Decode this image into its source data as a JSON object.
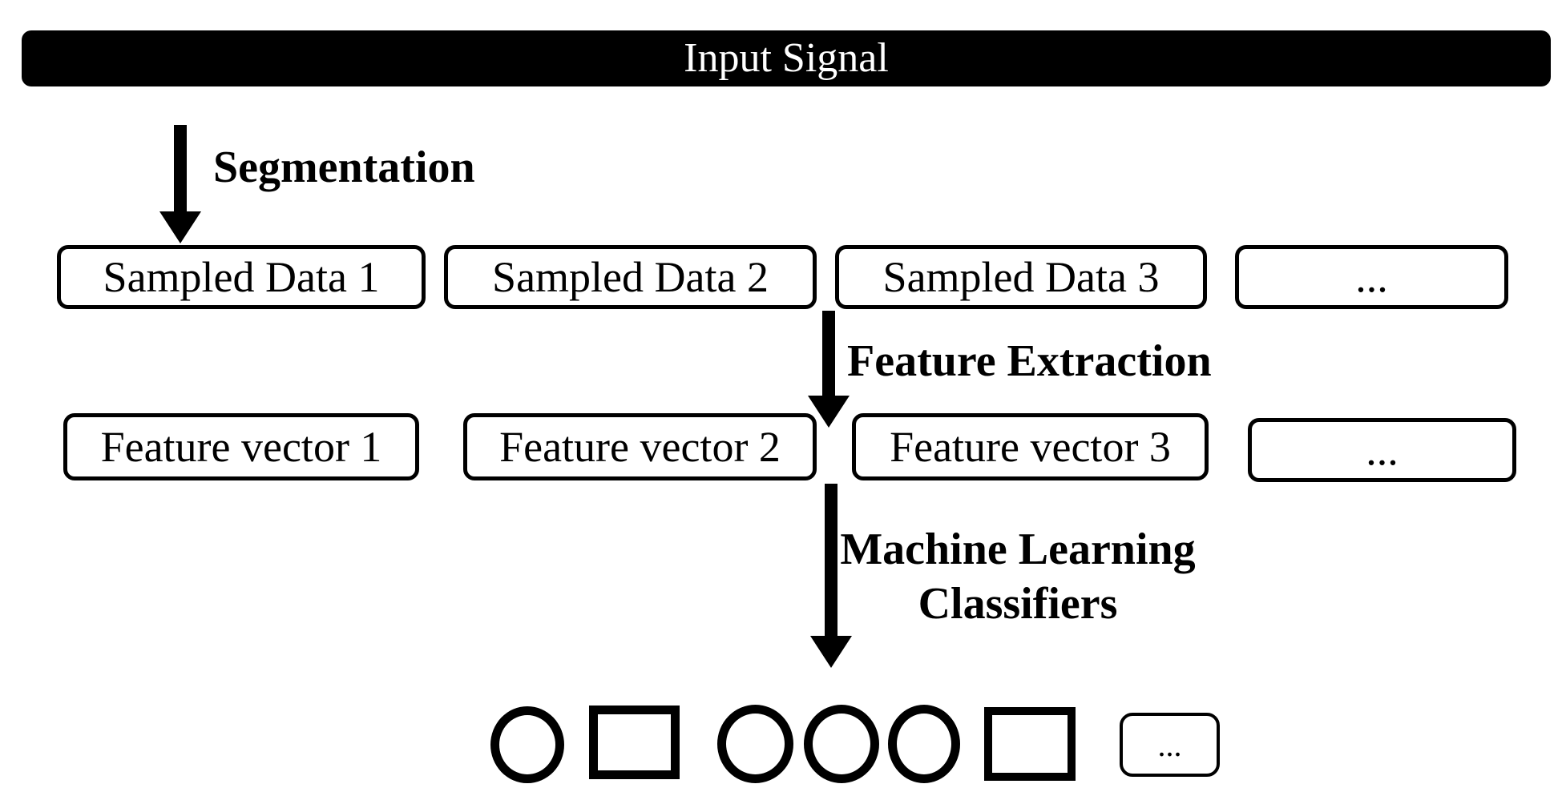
{
  "banner": {
    "title": "Input Signal"
  },
  "process": {
    "step1_label": "Segmentation",
    "step2_label": "Feature Extraction",
    "step3_label_line1": "Machine Learning",
    "step3_label_line2": "Classifiers"
  },
  "sampled_data_row": {
    "items": [
      "Sampled Data 1",
      "Sampled Data 2",
      "Sampled Data 3",
      "..."
    ]
  },
  "feature_vector_row": {
    "items": [
      "Feature vector 1",
      "Feature vector 2",
      "Feature vector 3",
      "..."
    ]
  },
  "classifier_output": {
    "shapes": [
      "circle",
      "rectangle",
      "circle",
      "circle",
      "circle",
      "rectangle",
      "ellipsis-box"
    ],
    "ellipsis_label": "..."
  },
  "colors": {
    "ink": "#000000",
    "background": "#ffffff",
    "banner_background": "#000000",
    "banner_text": "#ffffff"
  }
}
